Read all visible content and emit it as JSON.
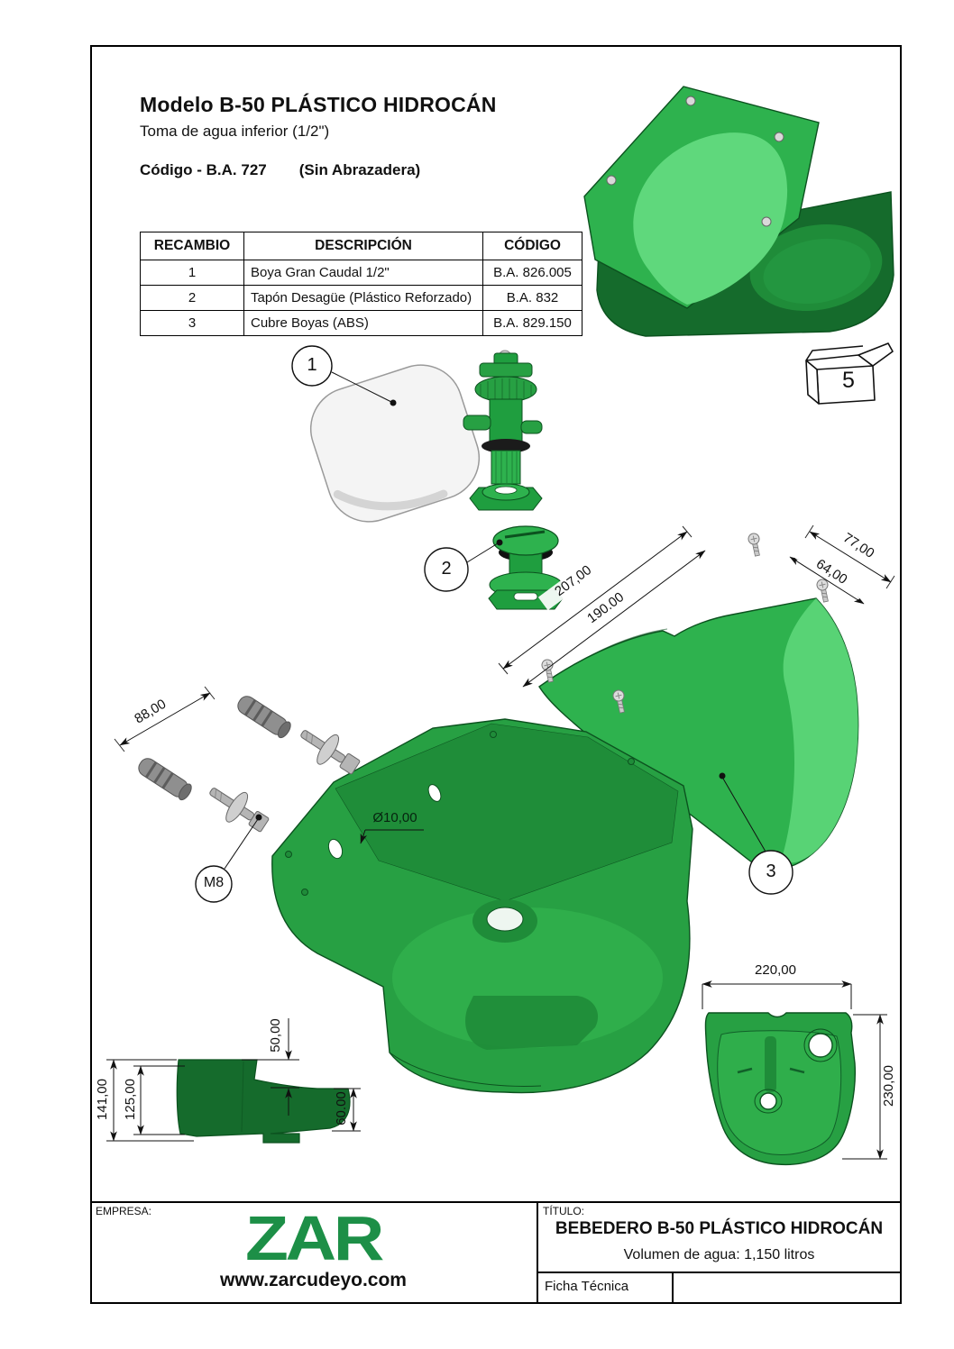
{
  "header": {
    "model_title": "Modelo B-50 PLÁSTICO HIDROCÁN",
    "subtitle": "Toma de agua inferior (1/2\")",
    "code": "Código - B.A. 727",
    "code_note": "(Sin Abrazadera)"
  },
  "parts_table": {
    "headers": [
      "RECAMBIO",
      "DESCRIPCIÓN",
      "CÓDIGO"
    ],
    "rows": [
      {
        "recambio": "1",
        "descripcion": "Boya Gran Caudal 1/2\"",
        "codigo": "B.A. 826.005"
      },
      {
        "recambio": "2",
        "descripcion": "Tapón Desagüe (Plástico Reforzado)",
        "codigo": "B.A. 832"
      },
      {
        "recambio": "3",
        "descripcion": "Cubre Boyas (ABS)",
        "codigo": "B.A. 829.150"
      }
    ]
  },
  "packaging": {
    "quantity": "5"
  },
  "balloons": {
    "b1": "1",
    "b2": "2",
    "b3": "3",
    "anchor": "M8"
  },
  "dimensions": {
    "cover_length_outer": "207,00",
    "cover_length_inner": "190.00",
    "cover_width_outer": "77,00",
    "cover_width_inner": "64,00",
    "anchor_spacing": "88,00",
    "hole_diameter": "Ø10,00",
    "side_total_height": "141,00",
    "side_back_height": "125,00",
    "side_top_offset": "50,00",
    "side_front_height": "60.00",
    "top_width": "220,00",
    "top_depth": "230,00"
  },
  "footer": {
    "empresa_label": "EMPRESA:",
    "logo_text": "ZAR",
    "website": "www.zarcudeyo.com",
    "titulo_label": "TÍTULO:",
    "titulo": "BEBEDERO B-50 PLÁSTICO HIDROCÁN",
    "volumen": "Volumen de agua: 1,150 litros",
    "doc_type": "Ficha Técnica"
  },
  "colors": {
    "brand_green": "#1d8f47",
    "part_bright_green": "#2eb24e",
    "part_light_green": "#5fd87c",
    "part_mid_green": "#27a043",
    "part_dark_green": "#156b2c",
    "steel_gray": "#b3b3b3"
  }
}
